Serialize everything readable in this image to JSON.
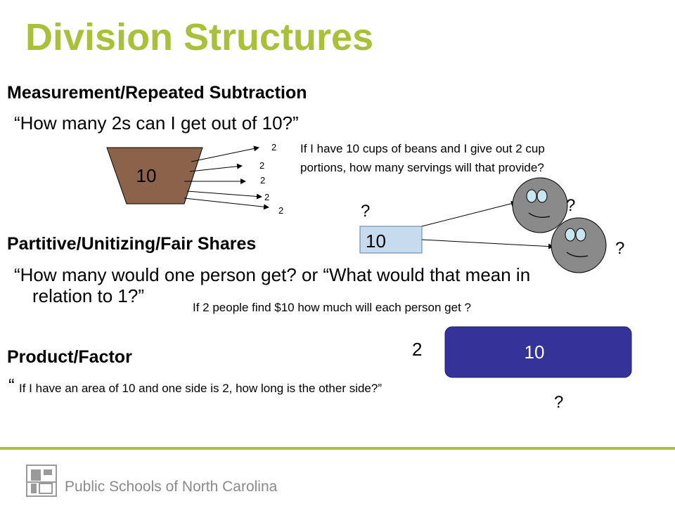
{
  "title": "Division Structures",
  "measurement": {
    "heading": "Measurement/Repeated Subtraction",
    "question": "“How many  2s can I get out of 10?”",
    "example": {
      "line1": "If I have 10 cups of beans and I give out 2 cup",
      "line2": "portions, how many servings will that provide?"
    },
    "bucket_label": "10",
    "portions": [
      "2",
      "2",
      "2",
      "2",
      "2"
    ]
  },
  "partitive": {
    "heading": "Partitive/Unitizing/Fair Shares",
    "question_line1": "“How many would one person get?  or “What would that mean in",
    "question_line2": "relation to 1?”",
    "example": "If 2 people find  $10 how much will each person get ?",
    "box_label": "10",
    "q_box": "?",
    "q_person1": "?",
    "q_person2": "?"
  },
  "product": {
    "heading": "Product/Factor",
    "open_quote": "“",
    "question": "If I have an area of 10 and one side is 2, how long is the other side?”",
    "rect_label": "10",
    "side_label": "2",
    "q_side": "?"
  },
  "footer": {
    "org": "Public Schools of North Carolina"
  },
  "colors": {
    "title": "#a8c03a",
    "bucket": "#8b634a",
    "box": "#c6dbee",
    "rect": "#34339a",
    "face": "#8a8a8a",
    "eyes": "#c7e6ef"
  }
}
